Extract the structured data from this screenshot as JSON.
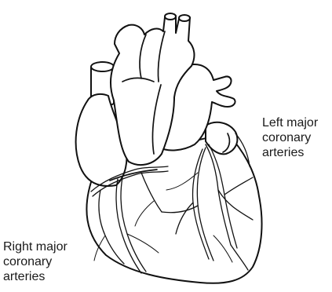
{
  "labels": {
    "left_coronary": [
      "Left major",
      "coronary",
      "arteries"
    ],
    "right_coronary": [
      "Right major",
      "coronary",
      "arteries"
    ]
  },
  "colors": {
    "background": "#ffffff",
    "line": "#111111",
    "text": "#1a1a1a"
  }
}
